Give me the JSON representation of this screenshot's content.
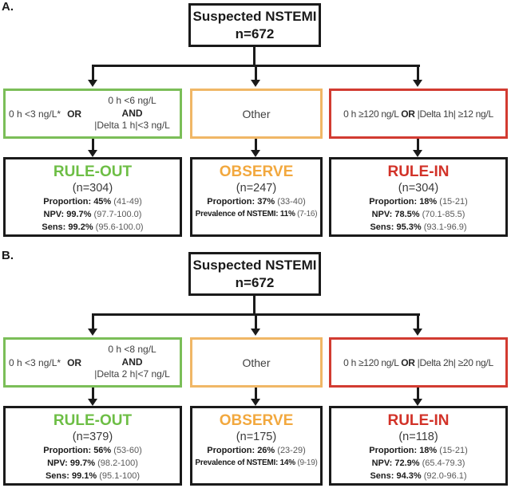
{
  "colors": {
    "ink": "#1a1a1a",
    "green": "#7bbe58",
    "green_text": "#6dbe45",
    "orange": "#f0b766",
    "orange_text": "#f2a83e",
    "red": "#d23b31",
    "red_text": "#d23228",
    "criteria_text": "#3f3f3f",
    "ci_text": "#595959"
  },
  "panels": {
    "a": {
      "label": "A.",
      "root": {
        "line1": "Suspected NSTEMI",
        "line2": "n=672"
      },
      "criteria": {
        "ruleout": {
          "left": "0 h <3 ng/L*",
          "or": "OR",
          "top": "0 h <6 ng/L",
          "and": "AND",
          "bottom": "|Delta 1 h|<3 ng/L"
        },
        "observe": {
          "text": "Other"
        },
        "rulein": {
          "left": "0 h ≥120 ng/L",
          "or": "OR",
          "right": "|Delta 1h| ≥12 ng/L"
        }
      },
      "ruleout": {
        "title": "RULE-OUT",
        "n": "(n=304)",
        "stats": [
          {
            "label": "Proportion:",
            "value": "45%",
            "ci": "(41-49)"
          },
          {
            "label": "NPV:",
            "value": "99.7%",
            "ci": "(97.7-100.0)"
          },
          {
            "label": "Sens:",
            "value": "99.2%",
            "ci": "(95.6-100.0)"
          }
        ]
      },
      "observe": {
        "title": "OBSERVE",
        "n": "(n=247)",
        "stats": [
          {
            "label": "Proportion:",
            "value": "37%",
            "ci": "(33-40)"
          },
          {
            "label": "Prevalence of NSTEMI:",
            "value": "11%",
            "ci": "(7-16)"
          }
        ]
      },
      "rulein": {
        "title": "RULE-IN",
        "n": "(n=304)",
        "stats": [
          {
            "label": "Proportion:",
            "value": "18%",
            "ci": "(15-21)"
          },
          {
            "label": "NPV:",
            "value": "78.5%",
            "ci": "(70.1-85.5)"
          },
          {
            "label": "Sens:",
            "value": "95.3%",
            "ci": "(93.1-96.9)"
          }
        ]
      }
    },
    "b": {
      "label": "B.",
      "root": {
        "line1": "Suspected NSTEMI",
        "line2": "n=672"
      },
      "criteria": {
        "ruleout": {
          "left": "0 h <3 ng/L*",
          "or": "OR",
          "top": "0 h <8 ng/L",
          "and": "AND",
          "bottom": "|Delta 2 h|<7 ng/L"
        },
        "observe": {
          "text": "Other"
        },
        "rulein": {
          "left": "0 h ≥120 ng/L",
          "or": "OR",
          "right": "|Delta 2h| ≥20 ng/L"
        }
      },
      "ruleout": {
        "title": "RULE-OUT",
        "n": "(n=379)",
        "stats": [
          {
            "label": "Proportion:",
            "value": "56%",
            "ci": "(53-60)"
          },
          {
            "label": "NPV:",
            "value": "99.7%",
            "ci": "(98.2-100)"
          },
          {
            "label": "Sens:",
            "value": "99.1%",
            "ci": "(95.1-100)"
          }
        ]
      },
      "observe": {
        "title": "OBSERVE",
        "n": "(n=175)",
        "stats": [
          {
            "label": "Proportion:",
            "value": "26%",
            "ci": "(23-29)"
          },
          {
            "label": "Prevalence of NSTEMI:",
            "value": "14%",
            "ci": "(9-19)"
          }
        ]
      },
      "rulein": {
        "title": "RULE-IN",
        "n": "(n=118)",
        "stats": [
          {
            "label": "Proportion:",
            "value": "18%",
            "ci": "(15-21)"
          },
          {
            "label": "NPV:",
            "value": "72.9%",
            "ci": "(65.4-79.3)"
          },
          {
            "label": "Sens:",
            "value": "94.3%",
            "ci": "(92.0-96.1)"
          }
        ]
      }
    }
  }
}
